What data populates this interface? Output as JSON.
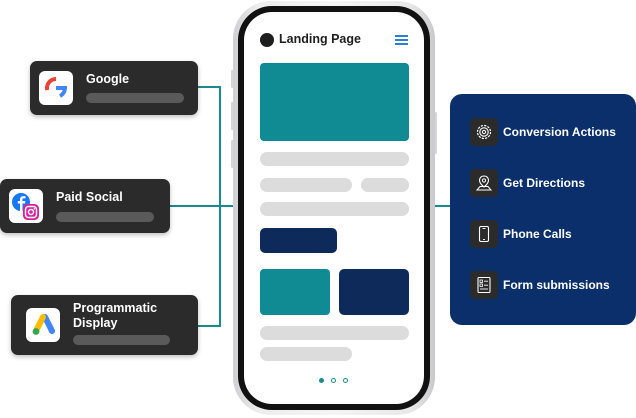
{
  "sources": [
    {
      "name": "Google",
      "icon": "google-icon"
    },
    {
      "name": "Paid Social",
      "icon": "facebook-instagram-icon"
    },
    {
      "name": "Programmatic\nDisplay",
      "icon": "google-ads-icon"
    }
  ],
  "phone": {
    "header_title": "Landing Page",
    "menu_icon": "hamburger-menu-icon",
    "carousel": {
      "pages": 3,
      "active": 1
    }
  },
  "conversions": [
    {
      "label": "Conversion Actions",
      "icon": "gear-icon"
    },
    {
      "label": "Get Directions",
      "icon": "map-pin-icon"
    },
    {
      "label": "Phone Calls",
      "icon": "phone-icon"
    },
    {
      "label": "Form submissions",
      "icon": "form-icon"
    }
  ],
  "colors": {
    "accent_teal": "#108b93",
    "navy": "#0e2a5a",
    "panel_blue": "#0b2f6b",
    "card_dark": "#2b2b2b",
    "placeholder_gray": "#dcdcdc",
    "connector": "#1a8a8e"
  }
}
